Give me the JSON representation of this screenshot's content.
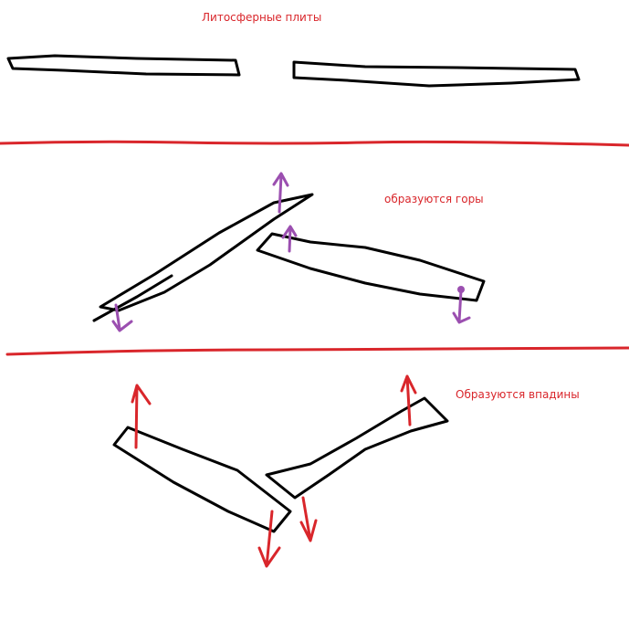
{
  "labels": {
    "title": "Литосферные плиты",
    "mountains": "образуются горы",
    "depressions": "Образуются впадины"
  },
  "colors": {
    "accent": "#d9262b",
    "arrow_purple": "#9b4fb0",
    "plate": "#000000"
  }
}
